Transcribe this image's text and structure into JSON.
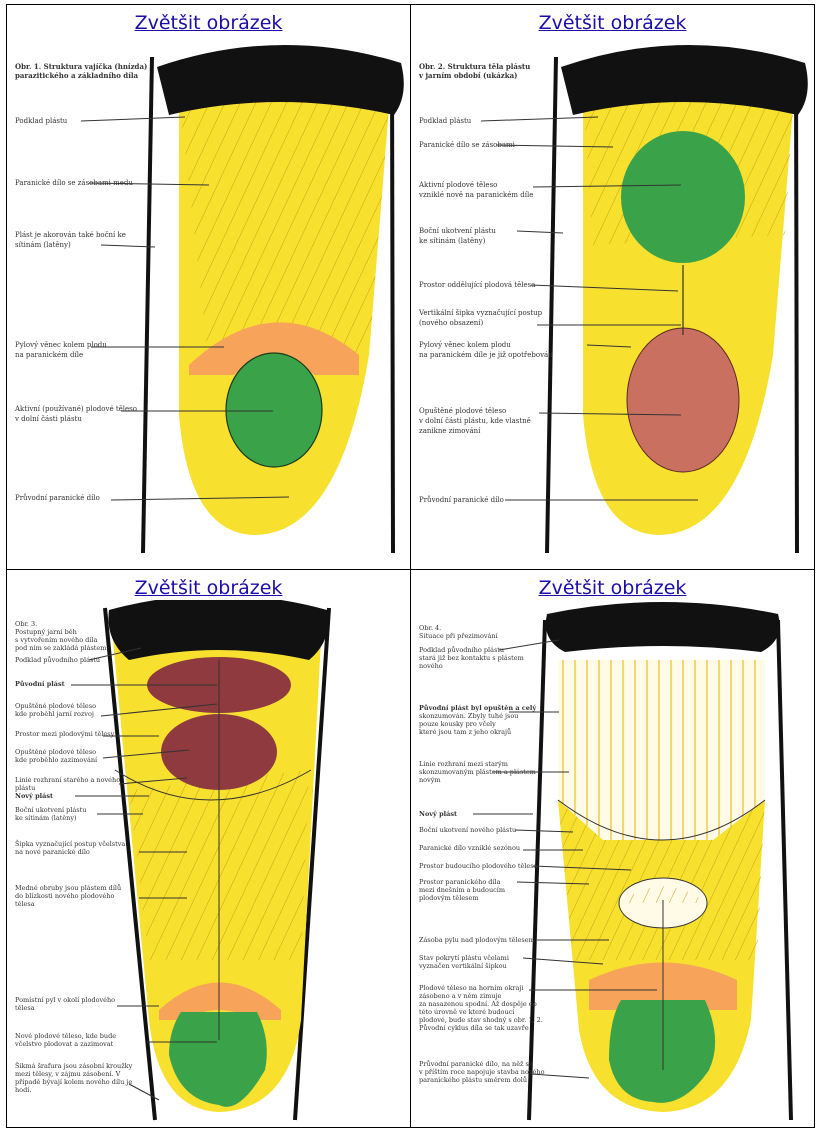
{
  "cells": [
    {
      "link": "Zvětšit obrázek",
      "caption": [
        "Obr. 1. Struktura vajíčka (hnízda)",
        "parazitického a základního díla"
      ],
      "labels": [
        "Podklad plástu",
        "Paranické dílo se zásobami medu",
        "Plást je akorován také boční ke",
        "sítinám (latěny)",
        "Pylový věnec kolem plodu",
        "na paranickém díle",
        "Aktivní (používané) plodové těleso",
        "v dolní části plástu",
        "Průvodní paranické dílo"
      ],
      "colors": {
        "comb": "#f7e02e",
        "brood": "#3aa34a",
        "pollen": "#f7a45a",
        "top": "#111111"
      }
    },
    {
      "link": "Zvětšit obrázek",
      "caption": [
        "Obr. 2. Struktura těla plástu",
        "v jarním období (ukázka)"
      ],
      "labels": [
        "Podklad plástu",
        "Paranické dílo se zásobami",
        "Aktivní plodové těleso",
        "vzniklé nově na paranickém díle",
        "Boční ukotvení plástu",
        "ke sítinám (latěny)",
        "Prostor oddělující plodová tělesa",
        "Vertikální šipka vyznačující postup",
        "(nového obsazení)",
        "Pylový věnec kolem plodu",
        "na paranickém díle je již opotřebován",
        "Opuštěné plodové těleso",
        "v dolní části plástu, kde vlastně",
        "zanikne zimování",
        "Průvodní paranické dílo"
      ],
      "colors": {
        "comb": "#f7e02e",
        "brood": "#3aa34a",
        "abandoned": "#c97060",
        "top": "#111111"
      }
    },
    {
      "link": "Zvětšit obrázek",
      "caption": [
        "Obr. 3.",
        "Postupný jarní běh",
        "s vytvořením nového díla",
        "pod ním se zakládá plástem"
      ],
      "labels": [
        "Podklad původního plástu",
        "Původní plást",
        "Opuštěné plodové těleso",
        "kde proběhl jarní rozvoj",
        "Prostor mezi plodovými tělesy",
        "Opuštěné plodové těleso",
        "kde proběhlo zazimování",
        "Linie rozhraní starého a nového",
        "plástu",
        "Nový plást",
        "Boční ukotvení plástu",
        "ke sítinám (latěny)",
        "Šipka vyznačující postup včelstva",
        "na nové paranické dílo",
        "Medné obruby jsou plástem dílů",
        "do blízkosti nového plodového",
        "tělesa",
        "Pomístní pyl v okolí plodového",
        "tělesa",
        "Nové plodové těleso, kde bude",
        "včelstvo plodovat a zazimovat",
        "Šikmá šrafura jsou zásobní kroužky",
        "mezi tělesy, v zájmu zásobení. V",
        "případě bývají kolem nového dílu je",
        "hodí."
      ],
      "colors": {
        "comb": "#f7e02e",
        "brood": "#3aa34a",
        "abandoned": "#8e3a3e",
        "pollen": "#f7a45a",
        "top": "#111111"
      }
    },
    {
      "link": "Zvětšit obrázek",
      "caption": [
        "Obr. 4.",
        "Situace při přezimování"
      ],
      "labels": [
        "Podklad původního plástu",
        "stará již bez kontaktu s plástem",
        "nového",
        "Původní plást byl opuštěn a celý",
        "skonzumován. Zbyly tuhé jsou",
        "pouze kousky pro včely",
        "které jsou tam z jeho okrajů",
        "Linie rozhraní mezi starým",
        "skonzumovaným plástem a plástem",
        "novým",
        "Nový plást",
        "Boční ukotvení nového plástu",
        "Paranické dílo vzniklé sezónou",
        "Prostor budoucího plodového tělesa",
        "Prostor paranického díla",
        "mezi dnešním a budoucím",
        "plodovým tělesem",
        "Zásoba pylu nad plodovým tělesem",
        "Stav pokrytí plástu včelami",
        "vyznačen vertikální šipkou",
        "Plodové těleso na horním okraji",
        "zásobeno a v něm zimuje",
        "za nasazenou spodní. Až dospěje do",
        "této úrovně ve které budoucí",
        "plodové, bude stav shodný s obr. 1, 2.",
        "Původní cyklus díla se tak uzavře",
        "Průvodní paranické dílo, na něž se",
        "v příštím roce napojuje stavba nového",
        "paranického plástu směrem dolů"
      ],
      "colors": {
        "comb": "#f7e02e",
        "brood": "#3aa34a",
        "pollen": "#f7a45a",
        "consumed": "#fffbe6",
        "top": "#111111"
      }
    }
  ]
}
